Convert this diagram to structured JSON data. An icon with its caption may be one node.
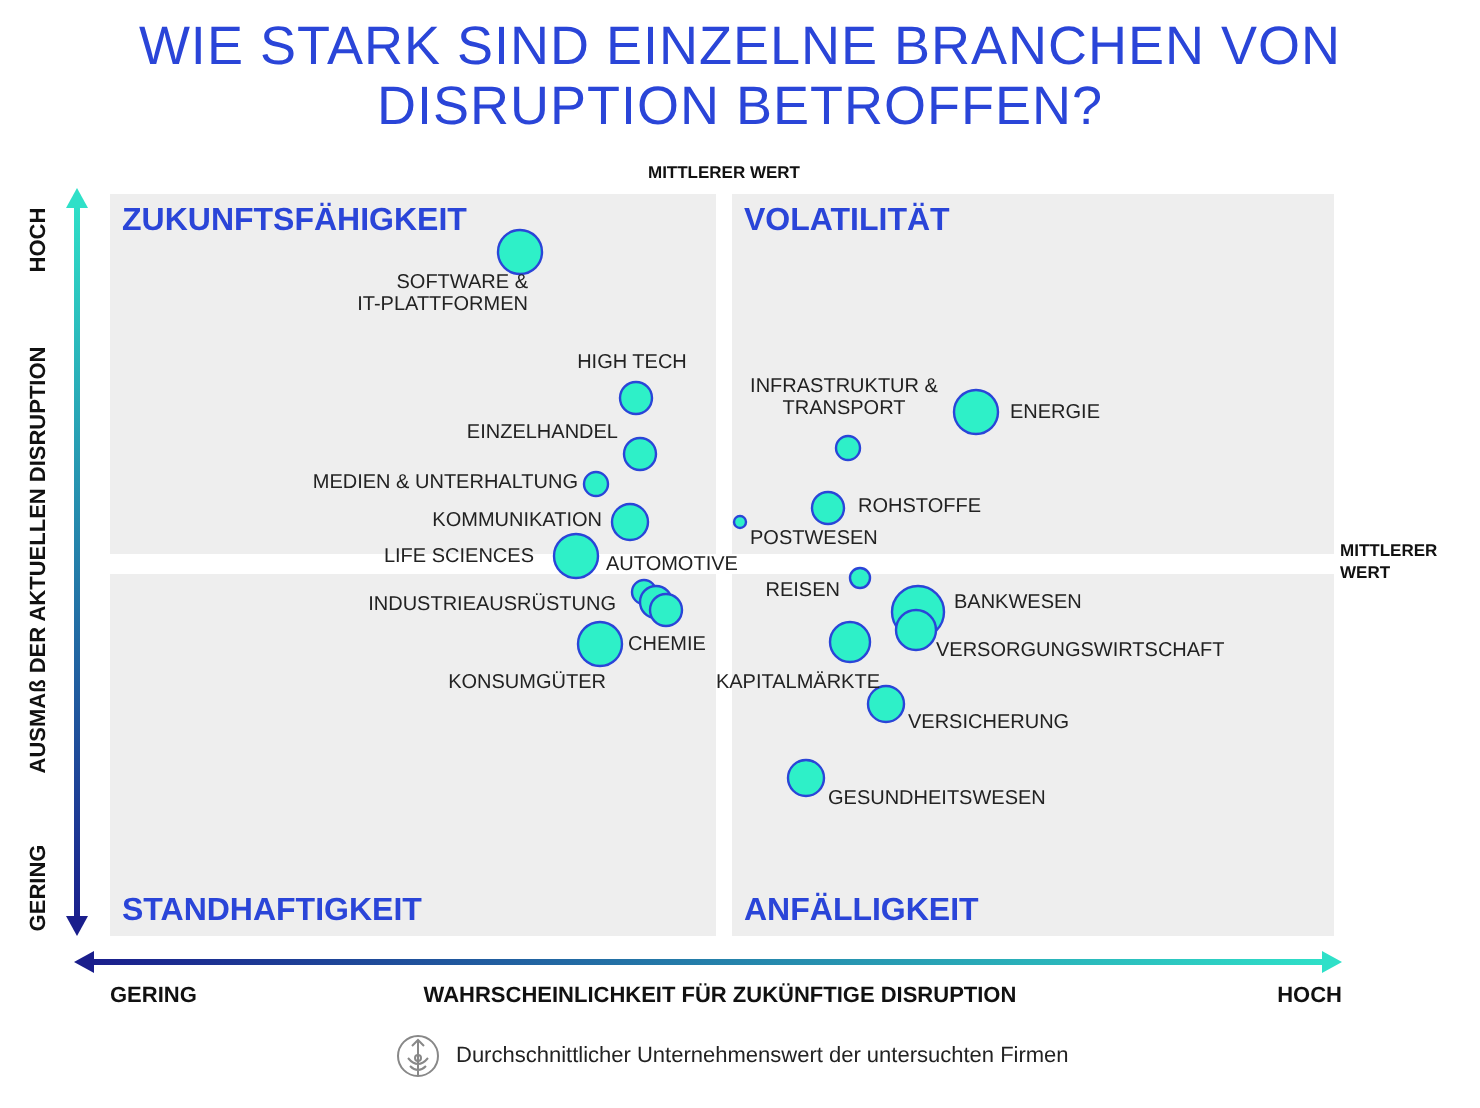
{
  "diagram": {
    "title": "WIE STARK SIND EINZELNE BRANCHEN VON DISRUPTION BETROFFEN?",
    "nodes": [
      {
        "text": [
          "ZUKUNFTSFÄHIGKEIT"
        ]
      },
      {
        "text": [
          "VOLATILITÄT"
        ]
      },
      {
        "text": [
          "STANDHAFTIGKEIT"
        ]
      },
      {
        "text": [
          "ANFÄLLIGKEIT"
        ]
      }
    ],
    "labels": [
      "MITTLERER WERT",
      "HOCH",
      "AUSMAß DER AKTUELLEN DISRUPTION",
      "GERING",
      "SOFTWARE & IT-PLATTFORMEN",
      "HIGH TECH",
      "INFRASTRUKTUR & TRANSPORT",
      "ENERGIE",
      "EINZELHANDEL",
      "MEDIEN & UNTERHALTUNG",
      "KOMMUNIKATION",
      "ROHSTOFFE",
      "POSTWESEN",
      "LIFE SCIENCES",
      "AUTOMOTIVE",
      "MITTLERER WERT",
      "INDUSTRIEAUSRÜSTUNG",
      "REISEN",
      "BANKWESEN",
      "CHEMIE",
      "VERSORGUNGSWIRTSCHAFT",
      "KONSUMGÜTER",
      "KAPITALMÄRKTE",
      "VERSICHERUNG",
      "GESUNDHEITSWESEN",
      "GERING",
      "WAHRSCHEINLICHKEIT FÜR ZUKÜNFTIGE DISRUPTION",
      "HOCH"
    ],
    "legend": [
      {
        "text": "Durchschnittlicher Unternehmenswert der untersuchten Firmen"
      }
    ]
  }
}
